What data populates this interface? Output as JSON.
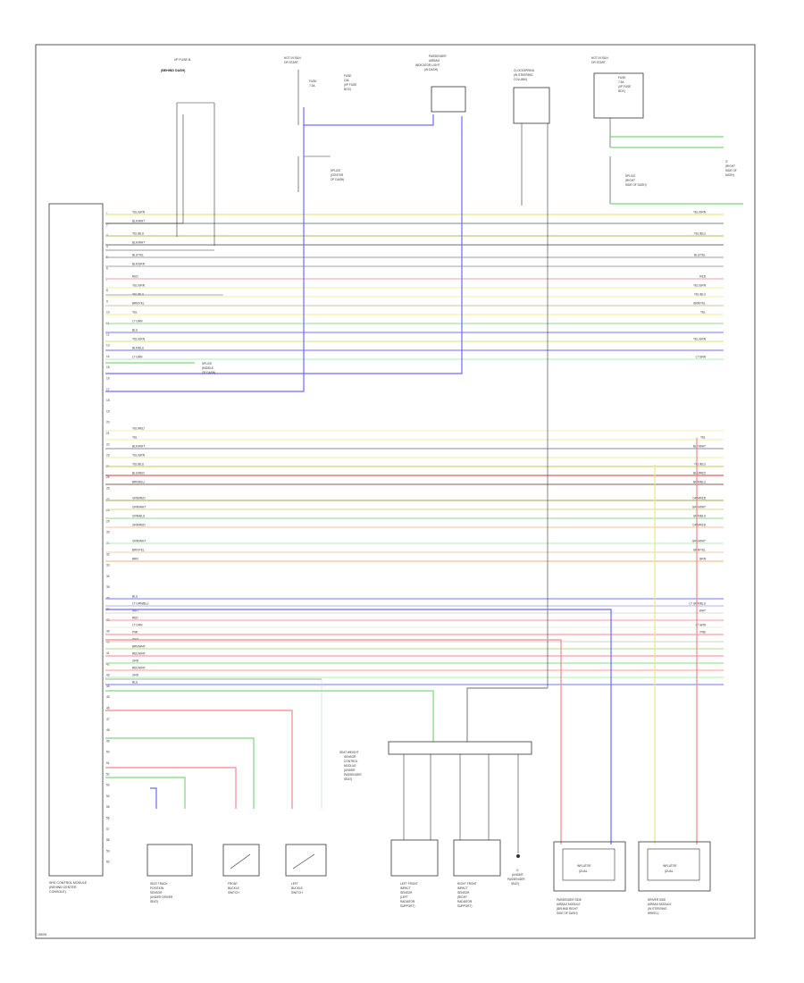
{
  "diagram": {
    "footer_id": "159091"
  },
  "components": {
    "module_left": {
      "lines": [
        "SRS CONTROL MODULE",
        "(BEHIND CENTER",
        "CONSOLE)"
      ]
    },
    "dash_fuse": {
      "lines": [
        "I/P FUSE B.",
        "(BEHIND DASH)"
      ]
    },
    "hot_run_top": {
      "lines": [
        "HOT IN RUN",
        "OR START"
      ]
    },
    "fuse_a": {
      "lines": [
        "FUSE",
        "7.5A",
        "(I/P FUSE",
        "BOX)"
      ]
    },
    "fuse_b": {
      "lines": [
        "FUSE",
        "10A",
        "(I/P FUSE",
        "BOX)"
      ]
    },
    "passenger_indicator": {
      "lines": [
        "PASSENGER",
        "AIRBAG",
        "INDICATOR LIGHT",
        "(IN DASH)"
      ]
    },
    "clockspring": {
      "lines": [
        "CLOCKSPRING",
        "(IN STEERING",
        "COLUMN)"
      ]
    },
    "hot_run_right": {
      "lines": [
        "HOT IN RUN",
        "OR START"
      ]
    },
    "fuse_right": {
      "lines": [
        "FUSE",
        "7.5A",
        "(I/P FUSE",
        "BOX)"
      ]
    },
    "ground_right": {
      "lines": [
        "G",
        "(RIGHT",
        "SIDE OF",
        "DASH)"
      ]
    },
    "splice_left": {
      "lines": [
        "SPLICE",
        "(CENTER",
        "OF DASH)"
      ]
    },
    "splice_right": {
      "lines": [
        "SPLICE",
        "(RIGHT",
        "SIDE OF DASH)"
      ]
    },
    "splice_mid": {
      "lines": [
        "SPLICE",
        "(MIDDLE",
        "OF DASH)"
      ]
    },
    "seat_track": {
      "lines": [
        "SEAT TRACK",
        "POSITION",
        "SENSOR",
        "(UNDER DRIVER",
        "SEAT)"
      ]
    },
    "front_left_buckle": {
      "lines": [
        "FRONT",
        "BUCKLE",
        "SWITCH"
      ]
    },
    "left_buckle": {
      "lines": [
        "LEFT",
        "BUCKLE",
        "SWITCH"
      ]
    },
    "occupant_sensor": {
      "lines": [
        "SEAT WEIGHT",
        "SENSOR",
        "CONTROL",
        "MODULE",
        "(UNDER",
        "PASSENGER",
        "SEAT)"
      ]
    },
    "left_front_sensor": {
      "lines": [
        "LEFT FRONT",
        "IMPACT",
        "SENSOR",
        "(LEFT",
        "RADIATOR",
        "SUPPORT)"
      ]
    },
    "right_front_sensor": {
      "lines": [
        "RIGHT FRONT",
        "IMPACT",
        "SENSOR",
        "(RIGHT",
        "RADIATOR",
        "SUPPORT)"
      ]
    },
    "seat_ground": {
      "lines": [
        "G",
        "(UNDER",
        "PASSENGER",
        "SEAT)"
      ]
    },
    "passenger_airbag_left": {
      "title": "INFLATOR",
      "sub": "(DUAL",
      "lines": [
        "PASSENGER SIDE",
        "AIRBAG MODULE",
        "(BEHIND RIGHT",
        "SIDE OF DASH)"
      ]
    },
    "passenger_airbag_right": {
      "title": "INFLATOR",
      "sub": "(DUAL",
      "lines": [
        "DRIVER SIDE",
        "AIRBAG MODULE",
        "(IN STEERING",
        "WHEEL)"
      ]
    }
  },
  "pins": [
    "1",
    "2",
    "3",
    "4",
    "5",
    "6",
    "7",
    "8",
    "9",
    "10",
    "11",
    "12",
    "13",
    "14",
    "15",
    "16",
    "17",
    "18",
    "19",
    "20",
    "21",
    "22",
    "23",
    "24",
    "25",
    "26",
    "27",
    "28",
    "29",
    "30",
    "31",
    "32",
    "33",
    "34",
    "35",
    "36",
    "37",
    "38",
    "39",
    "40",
    "41",
    "42",
    "43",
    "44",
    "45",
    "46",
    "47",
    "48",
    "49",
    "50",
    "51",
    "52",
    "53",
    "54",
    "55",
    "56",
    "57",
    "58",
    "59",
    "60"
  ],
  "wires": [
    {
      "label": "YEL/GRN",
      "right": "YEL/GRN",
      "color": "#e8e884"
    },
    {
      "label": "BLK/WHT",
      "right": "",
      "color": "#9aa0a6"
    },
    {
      "label": "YEL/BLU",
      "right": "YEL/BLU",
      "color": "#c8c878"
    },
    {
      "label": "BLK/WHT",
      "right": "",
      "color": "#8c8c8c"
    },
    {
      "label": "BLU/YEL",
      "right": "BLU/YEL",
      "color": "#b0b0b0"
    },
    {
      "label": "BLK/GRN",
      "right": "",
      "color": "#b8b8b8"
    },
    {
      "label": "RED",
      "right": "RED",
      "color": "#f0b4b4"
    },
    {
      "label": "YEL/GRN",
      "right": "YEL/GRN",
      "color": "#f2f2a8"
    },
    {
      "label": "YEL/BLU",
      "right": "YEL/BLU",
      "color": "#f4f0c0"
    },
    {
      "label": "BRN/YEL",
      "right": "BRN/YEL",
      "color": "#e2ccb0"
    },
    {
      "label": "YEL",
      "right": "YEL",
      "color": "#f4f4a0"
    },
    {
      "label": "LT GRN",
      "right": "",
      "color": "#a8e0a8"
    },
    {
      "label": "BLU",
      "right": "",
      "color": "#9090ff"
    },
    {
      "label": "YEL/GRN",
      "right": "YEL/GRN",
      "color": "#d8ec90"
    },
    {
      "label": "BLK/BLU",
      "right": "",
      "color": "#8a8aff"
    },
    {
      "label": "LT GRN",
      "right": "LT GRN",
      "color": "#c0f0c0"
    },
    {
      "label": "YEL/RED",
      "right": "",
      "color": "#f4f0c8"
    },
    {
      "label": "YEL",
      "right": "YEL",
      "color": "#f4f0b0"
    },
    {
      "label": "BLK/WHT",
      "right": "BLK/WHT",
      "color": "#a0a0b0"
    },
    {
      "label": "YEL/GRN",
      "right": "",
      "color": "#f0f0b0"
    },
    {
      "label": "YEL/BLU",
      "right": "YEL/BLU",
      "color": "#d8d070"
    },
    {
      "label": "BLU/RED",
      "right": "BLU/RED",
      "color": "#e06060"
    },
    {
      "label": "BRN/BLU",
      "right": "BRN/BLU",
      "color": "#a08070"
    },
    {
      "label": "GRN/RED",
      "right": "GRN/RED",
      "color": "#b8b870"
    },
    {
      "label": "GRN/WHT",
      "right": "GRN/WHT",
      "color": "#e0e0a0"
    },
    {
      "label": "GRN/BLU",
      "right": "GRN/BLU",
      "color": "#a8e0a8"
    },
    {
      "label": "GRN/RED",
      "right": "GRN/RED",
      "color": "#f2d0b0"
    },
    {
      "label": "GRN/WHT",
      "right": "GRN/WHT",
      "color": "#c8f0c8"
    },
    {
      "label": "BRN/YEL",
      "right": "BRN/YEL",
      "color": "#f0d8c0"
    },
    {
      "label": "BRN",
      "right": "BRN",
      "color": "#f0c090"
    },
    {
      "label": "BLU",
      "right": "",
      "color": "#9090ff"
    },
    {
      "label": "LT GRN/BLU",
      "right": "LT GRN/BLU",
      "color": "#c0c0ff"
    },
    {
      "label": "WHT",
      "right": "WHT",
      "color": "#e0e0e0"
    },
    {
      "label": "RED",
      "right": "",
      "color": "#f4b0b0"
    },
    {
      "label": "LT GRN",
      "right": "LT GRN",
      "color": "#f0f0f0"
    },
    {
      "label": "PNK",
      "right": "PNK",
      "color": "#f4a0a0"
    },
    {
      "label": "WHT",
      "right": "",
      "color": "#d0e0d0"
    },
    {
      "label": "BRN/WHT",
      "right": "",
      "color": "#c0e0a0"
    },
    {
      "label": "RED/WHT",
      "right": "",
      "color": "#f0a0a0"
    },
    {
      "label": "GRN",
      "right": "",
      "color": "#a0e0a0"
    },
    {
      "label": "RED/WHT",
      "right": "",
      "color": "#f4b0b0"
    },
    {
      "label": "GRN",
      "right": "",
      "color": "#c0f0c0"
    },
    {
      "label": "BLU",
      "right": "",
      "color": "#9090ff"
    }
  ],
  "colors": {
    "blue": "#6b6bff",
    "green": "#7dd67d",
    "red": "#f08a8a",
    "yellow": "#eaea7a",
    "gray": "#8c8c8c",
    "frame": "#555555"
  }
}
